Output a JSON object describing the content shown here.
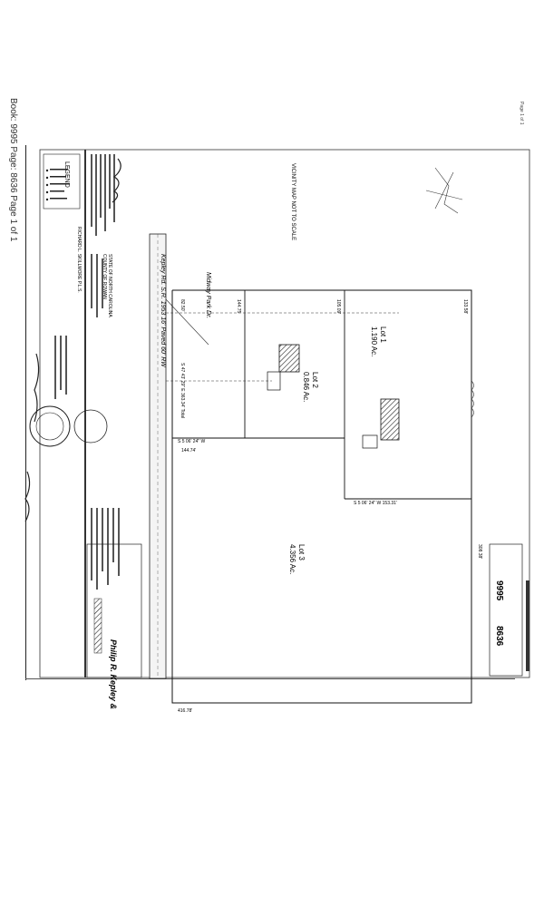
{
  "document": {
    "side_header": "Book: 9995 Page: 8636    Page 1 of 1",
    "corner_page": "Page 1 of 1"
  },
  "plat": {
    "road_name": "Kepley Rd. S.R. 1953 16' Paved 60' RW",
    "side_road": "Midway Park Dr.",
    "vicinity_label": "VICINITY MAP NOT TO SCALE",
    "lot1": {
      "name": "Lot 1",
      "area": "1.190 Ac."
    },
    "lot2": {
      "name": "Lot 2",
      "area": "0.846 Ac."
    },
    "lot3": {
      "name": "Lot 3",
      "area": "4.356 Ac."
    },
    "bearing_front": "S 47 43' 29\" E 363.34' Total",
    "seg_a": "82.50'",
    "seg_b": "144.75",
    "seg_c": "105.09'",
    "seg_d": "133.58'",
    "bottom_bearing": "S 5 06' 24\" W 153.31'",
    "mid_bearing": "S 5 06' 24\" W",
    "mid_len": "144.74'",
    "rear_len": "416.78'",
    "right_len": "308.38'",
    "book_no": "9995",
    "page_no": "8636"
  },
  "title_block": {
    "owner": "Philip R. Kepley &",
    "legend_title": "LEGEND",
    "surveyor": "RICHARD L. SKILLMORE P.L.S.",
    "state": "STATE OF NORTH CAROLINA",
    "county": "COUNTY OF ROWAN"
  }
}
